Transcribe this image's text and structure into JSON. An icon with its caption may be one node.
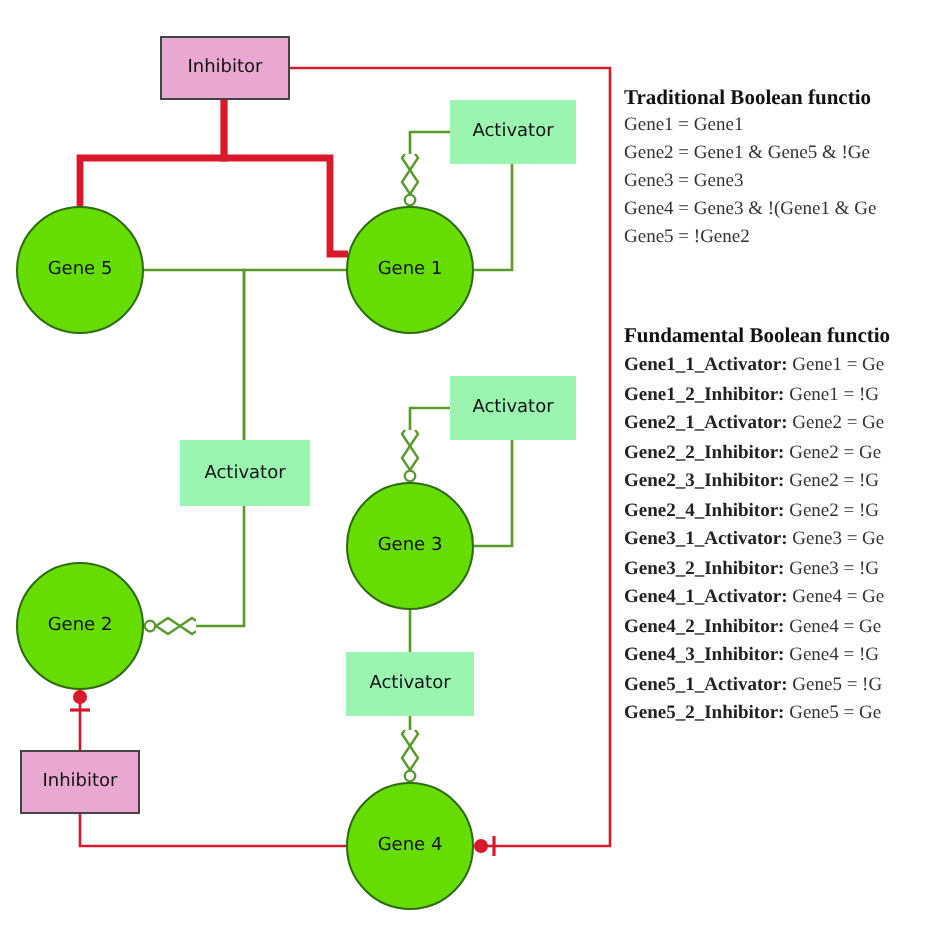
{
  "diagram": {
    "nodes": [
      {
        "text": [
          "Inhibitor"
        ]
      },
      {
        "text": [
          "Activator"
        ]
      },
      {
        "text": [
          "Gene 5"
        ]
      },
      {
        "text": [
          "Gene 1"
        ]
      },
      {
        "text": [
          "Activator"
        ]
      },
      {
        "text": [
          "Activator"
        ]
      },
      {
        "text": [
          "Gene 3"
        ]
      },
      {
        "text": [
          "Gene 2"
        ]
      },
      {
        "text": [
          "Activator"
        ]
      },
      {
        "text": [
          "Inhibitor"
        ]
      },
      {
        "text": [
          "Gene 4"
        ]
      }
    ],
    "edges": [
      {
        "from": 0,
        "to": 2,
        "arrow": "none",
        "style": "thick",
        "color": "#d9182c"
      },
      {
        "from": 0,
        "to": 3,
        "arrow": "none",
        "style": "thick",
        "color": "#d9182c"
      },
      {
        "from": 0,
        "to": 10,
        "arrow": "other",
        "color": "#d9182c"
      },
      {
        "from": 1,
        "to": 3,
        "arrow": "other"
      },
      {
        "from": 3,
        "to": 1,
        "arrow": "none"
      },
      {
        "from": 2,
        "to": 5,
        "arrow": "none"
      },
      {
        "from": 3,
        "to": 5,
        "arrow": "none"
      },
      {
        "from": 5,
        "to": 7,
        "arrow": "other"
      },
      {
        "from": 4,
        "to": 6,
        "arrow": "other"
      },
      {
        "from": 6,
        "to": 4,
        "arrow": "none"
      },
      {
        "from": 6,
        "to": 8,
        "arrow": "none"
      },
      {
        "from": 8,
        "to": 10,
        "arrow": "other"
      },
      {
        "from": 9,
        "to": 7,
        "arrow": "other",
        "color": "#d9182c"
      },
      {
        "from": 10,
        "to": 9,
        "arrow": "none",
        "color": "#d9182c"
      }
    ],
    "labels": [
      "Traditional Boolean functio",
      "Gene1 = Gene1",
      "Gene2 = Gene1 & Gene5 & !Ge",
      "Gene3 = Gene3",
      "Gene4 = Gene3 & !(Gene1 & Ge",
      "Gene5 = !Gene2",
      "Fundamental Boolean functio",
      "**Gene1_1_Activator:** Gene1 = Ge",
      "**Gene1_2_Inhibitor:** Gene1 = !G",
      "**Gene2_1_Activator:** Gene2 = Ge",
      "**Gene2_2_Inhibitor:** Gene2 = Ge",
      "**Gene2_3_Inhibitor:** Gene2 = !G",
      "**Gene2_4_Inhibitor:** Gene2 = !G",
      "**Gene3_1_Activator:** Gene3 = Ge",
      "**Gene3_2_Inhibitor:** Gene3 = !G",
      "**Gene4_1_Activator:** Gene4 = Ge",
      "**Gene4_2_Inhibitor:** Gene4 = Ge",
      "**Gene4_3_Inhibitor:** Gene4 = !G",
      "**Gene5_1_Activator:** Gene5 = !G",
      "**Gene5_2_Inhibitor:** Gene5 = Ge"
    ]
  }
}
